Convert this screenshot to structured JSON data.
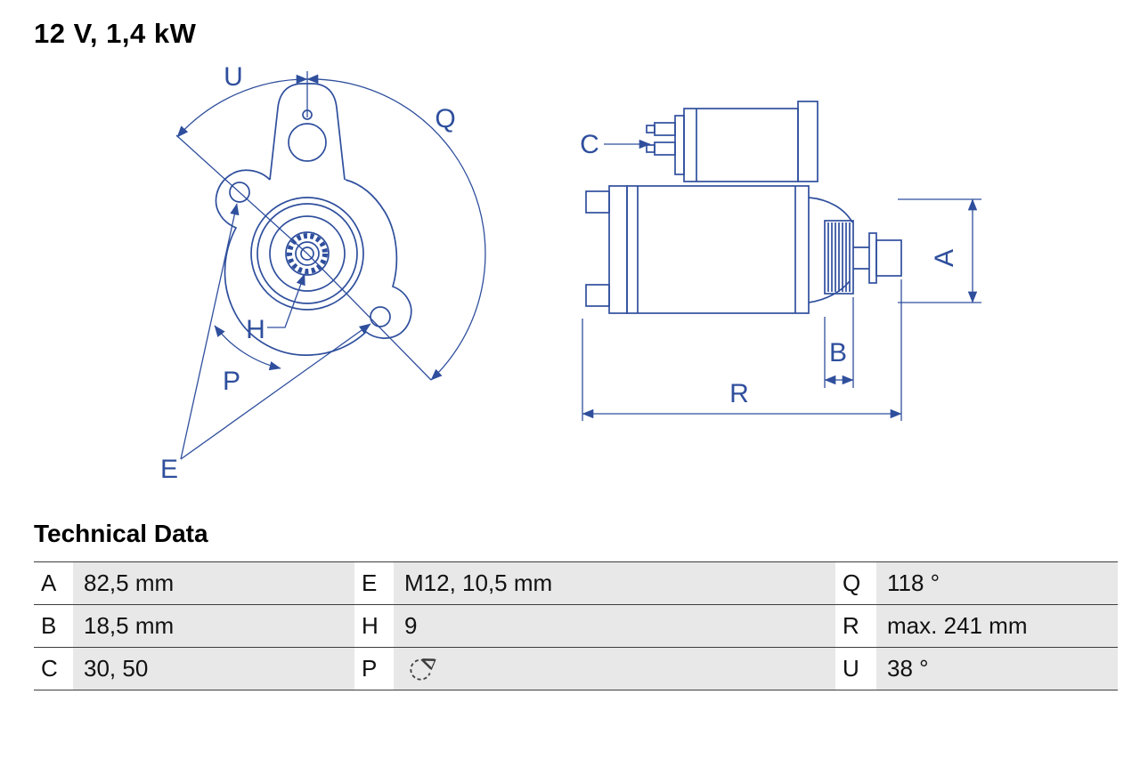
{
  "page": {
    "title": "12 V, 1,4 kW"
  },
  "colors": {
    "drawing_blue": "#2f4f9d",
    "table_value_bg": "#e8e8e8",
    "table_line": "#3d3d3d",
    "icon_gray": "#3f3f3f",
    "text": "#111111"
  },
  "drawing": {
    "labels": {
      "u": "U",
      "q": "Q",
      "h": "H",
      "p": "P",
      "e": "E",
      "c": "C",
      "a": "A",
      "b": "B",
      "r": "R"
    }
  },
  "table": {
    "heading": "Technical Data",
    "rows": [
      [
        {
          "key": "A",
          "value": "82,5 mm"
        },
        {
          "key": "E",
          "value": "M12, 10,5 mm"
        },
        {
          "key": "Q",
          "value": "118 °"
        }
      ],
      [
        {
          "key": "B",
          "value": "18,5 mm"
        },
        {
          "key": "H",
          "value": "9"
        },
        {
          "key": "R",
          "value": "max. 241 mm"
        }
      ],
      [
        {
          "key": "C",
          "value": "30, 50"
        },
        {
          "key": "P",
          "icon": "rotation-ccw-icon"
        },
        {
          "key": "U",
          "value": "38 °"
        }
      ]
    ]
  }
}
